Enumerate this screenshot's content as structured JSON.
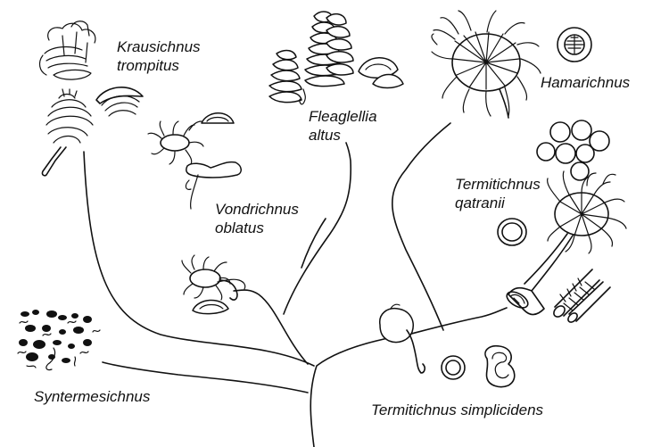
{
  "taxa": {
    "krausichnus": {
      "line1": "Krausichnus",
      "line2": "trompitus"
    },
    "fleaglellia": {
      "line1": "Fleaglellia",
      "line2": "altus"
    },
    "hamarichnus": {
      "line1": "Hamarichnus"
    },
    "vondrichnus": {
      "line1": "Vondrichnus",
      "line2": "oblatus"
    },
    "termitichnus_qatranii": {
      "line1": "Termitichnus",
      "line2": "qatranii"
    },
    "syntermesichnus": {
      "line1": "Syntermesichnus"
    },
    "termitichnus_simplicidens": {
      "line1": "Termitichnus simplicidens"
    }
  },
  "icons": [
    "krausichnus-nest-icon",
    "fleaglellia-nest-icon",
    "hamarichnus-nest-icon",
    "vondrichnus-nest-icon",
    "termitichnus-qatranii-nest-icon",
    "syntermesichnus-nest-icon",
    "termitichnus-simplicidens-nest-icon"
  ],
  "colors": {
    "ink": "#111111",
    "background": "#ffffff"
  }
}
